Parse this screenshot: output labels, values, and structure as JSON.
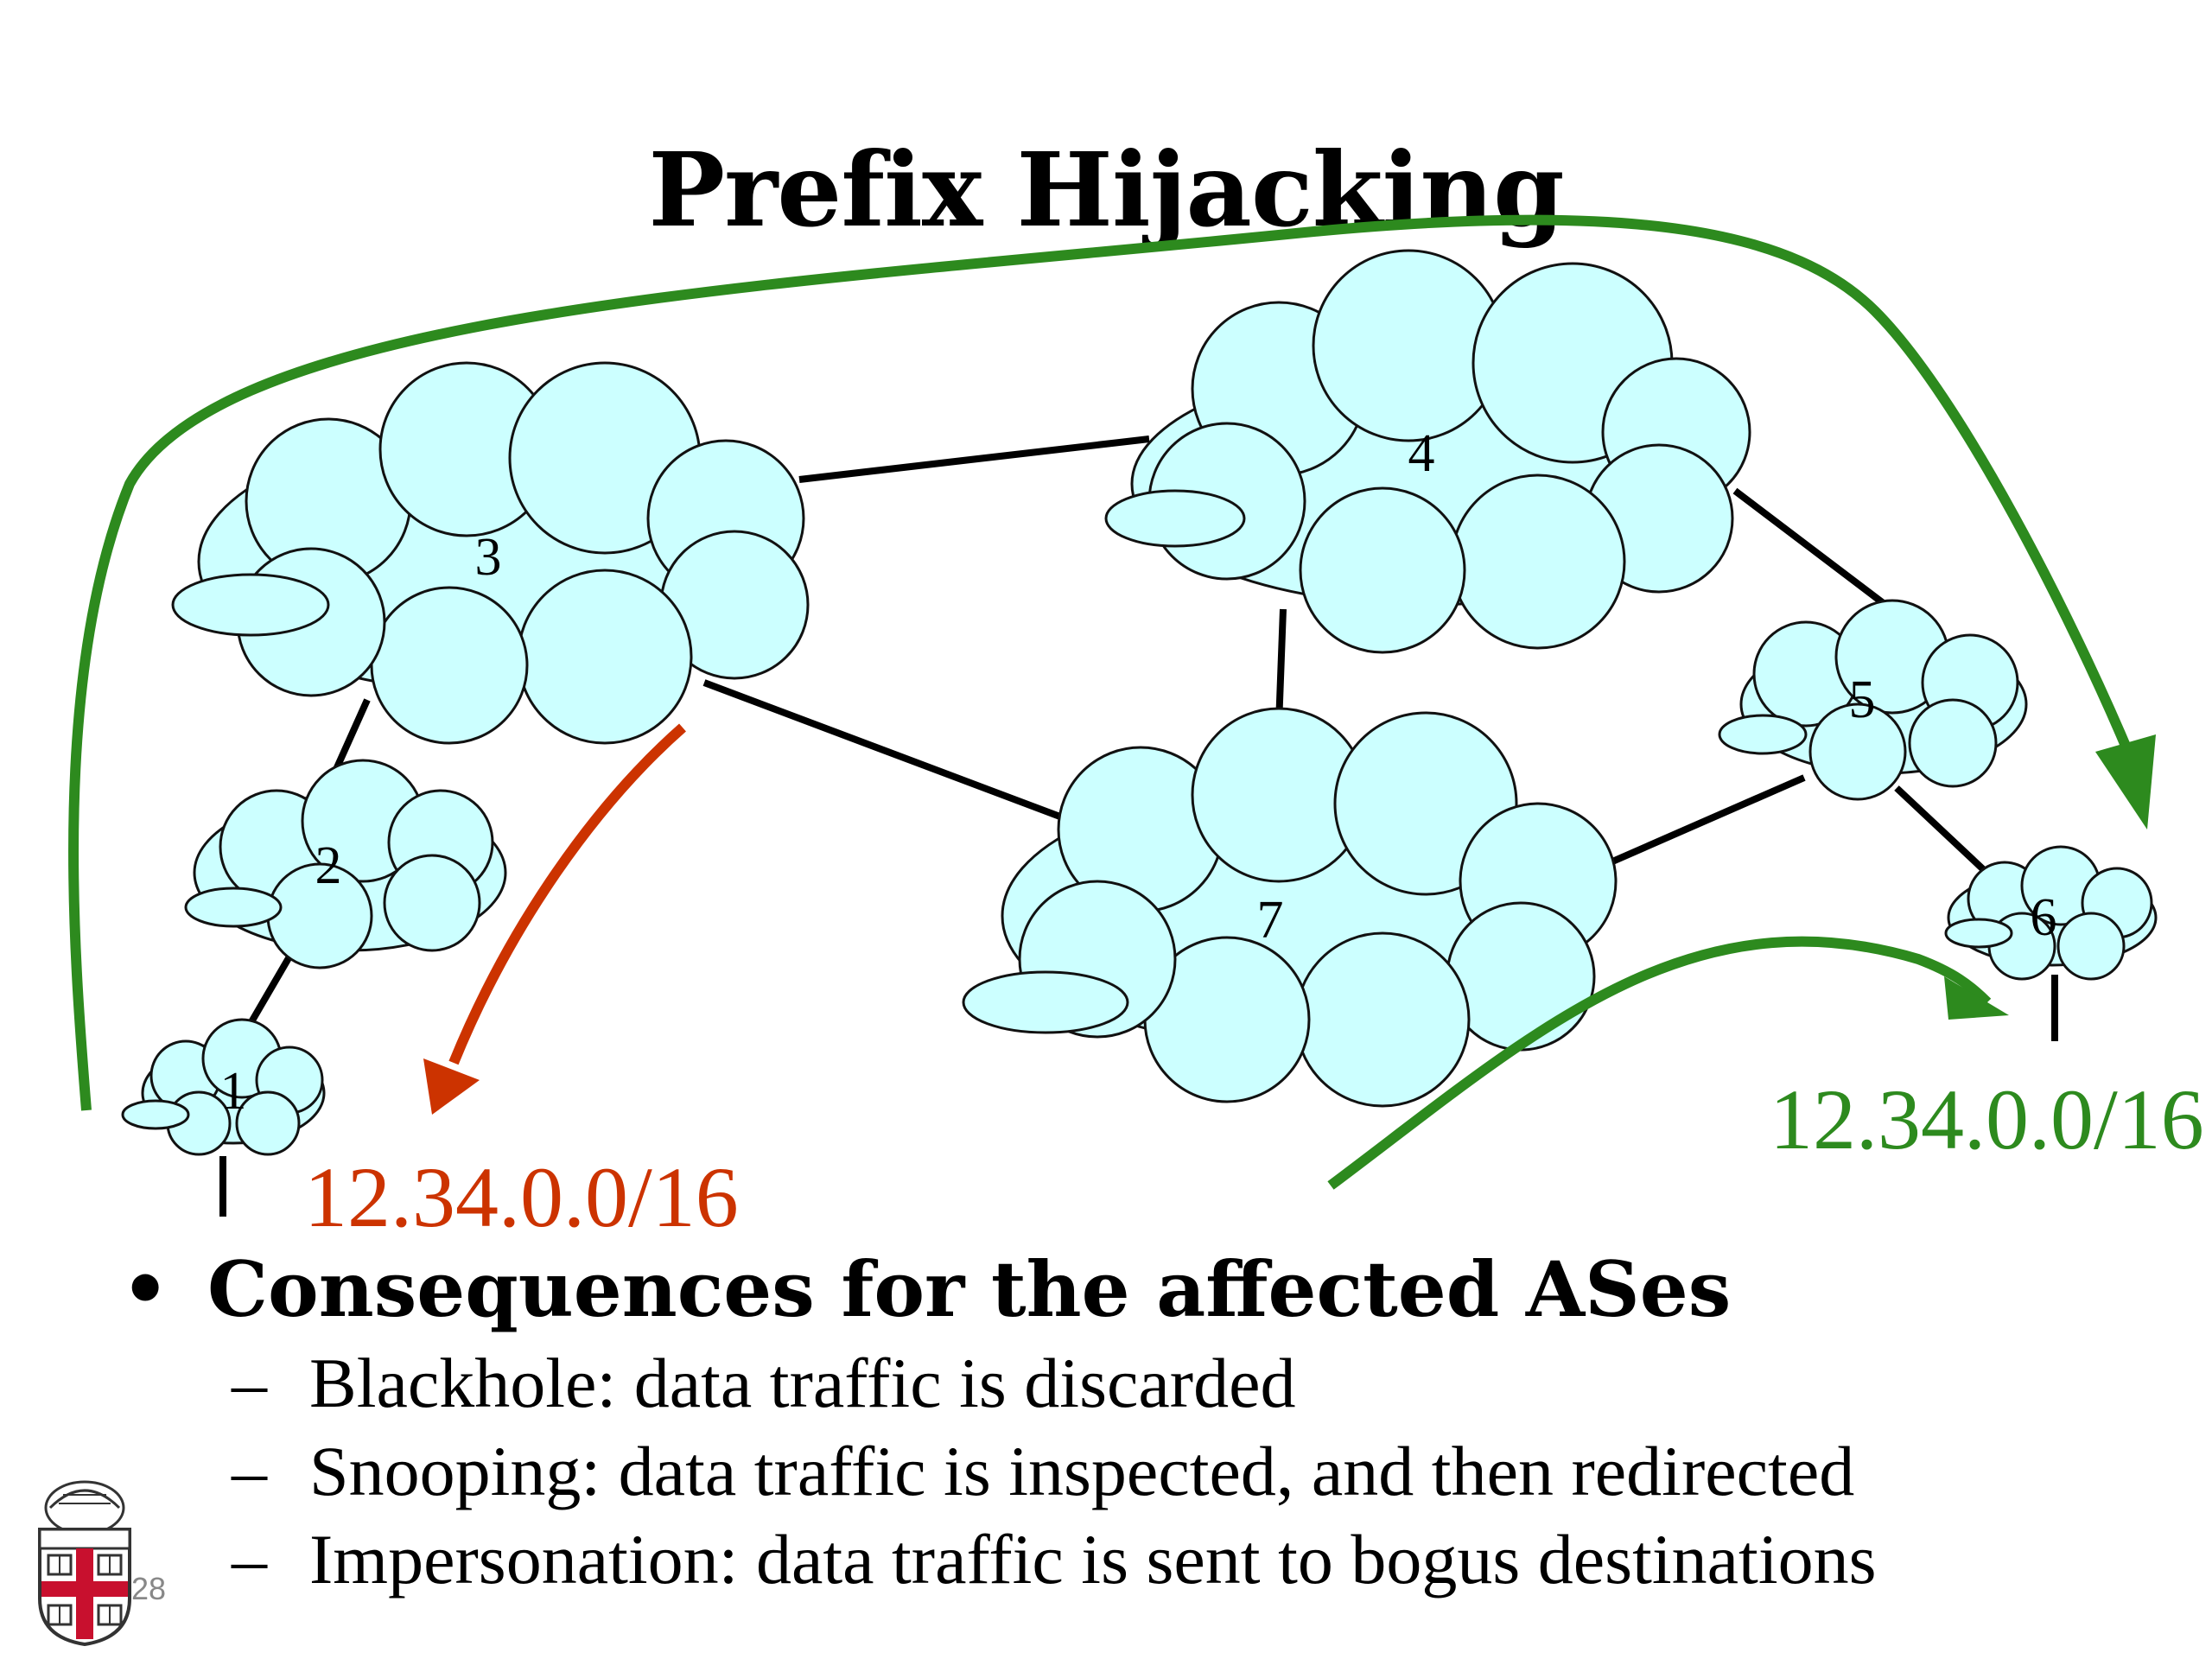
{
  "slide": {
    "title": "Prefix Hijacking",
    "page_number": "28"
  },
  "diagram": {
    "nodes": [
      {
        "id": "1",
        "label": "1"
      },
      {
        "id": "2",
        "label": "2"
      },
      {
        "id": "3",
        "label": "3"
      },
      {
        "id": "4",
        "label": "4"
      },
      {
        "id": "5",
        "label": "5"
      },
      {
        "id": "6",
        "label": "6"
      },
      {
        "id": "7",
        "label": "7"
      }
    ],
    "edges": [
      [
        "1",
        "2"
      ],
      [
        "2",
        "3"
      ],
      [
        "3",
        "4"
      ],
      [
        "3",
        "7"
      ],
      [
        "4",
        "7"
      ],
      [
        "4",
        "5"
      ],
      [
        "5",
        "7"
      ],
      [
        "5",
        "6"
      ]
    ],
    "hijack_prefix": "12.34.0.0/16",
    "legit_prefix": "12.34.0.0/16",
    "colors": {
      "cloud_fill": "#ccffff",
      "hijack": "#cc3300",
      "legit": "#2d8a1e"
    }
  },
  "bullets": {
    "heading": "Consequences for the affected ASes",
    "items": [
      "Blackhole: data traffic is discarded",
      "Snooping: data traffic is inspected, and then redirected",
      "Impersonation: data traffic is sent to bogus destinations"
    ]
  }
}
